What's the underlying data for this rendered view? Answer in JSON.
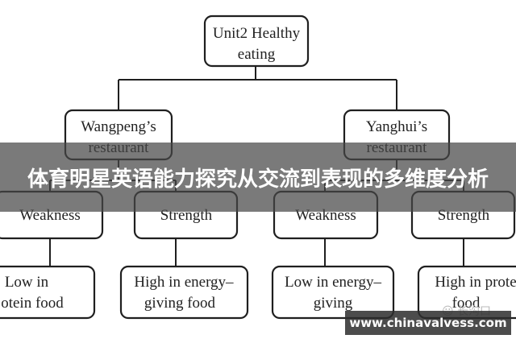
{
  "diagram": {
    "root": {
      "line1": "Unit2  Healthy",
      "line2": "eating"
    },
    "left_branch": {
      "line1": "Wangpeng’s",
      "line2": "restaurant"
    },
    "right_branch": {
      "line1": "Yanghui’s",
      "line2": "restaurant"
    },
    "leaves": [
      {
        "label": "Weakness",
        "detail1": "Low in",
        "detail2": "otein food"
      },
      {
        "label": "Strength",
        "detail1": "High in energy–",
        "detail2": "giving food"
      },
      {
        "label": "Weakness",
        "detail1": "Low in energy–",
        "detail2": "giving"
      },
      {
        "label": "Strength",
        "detail1": "High in prote",
        "detail2": "food"
      }
    ]
  },
  "overlay": {
    "banner": "体育明星英语能力探究从交流到表现的多维度分析",
    "watermark": "www.chinavalvess.com",
    "corner_label": "长沟口"
  }
}
